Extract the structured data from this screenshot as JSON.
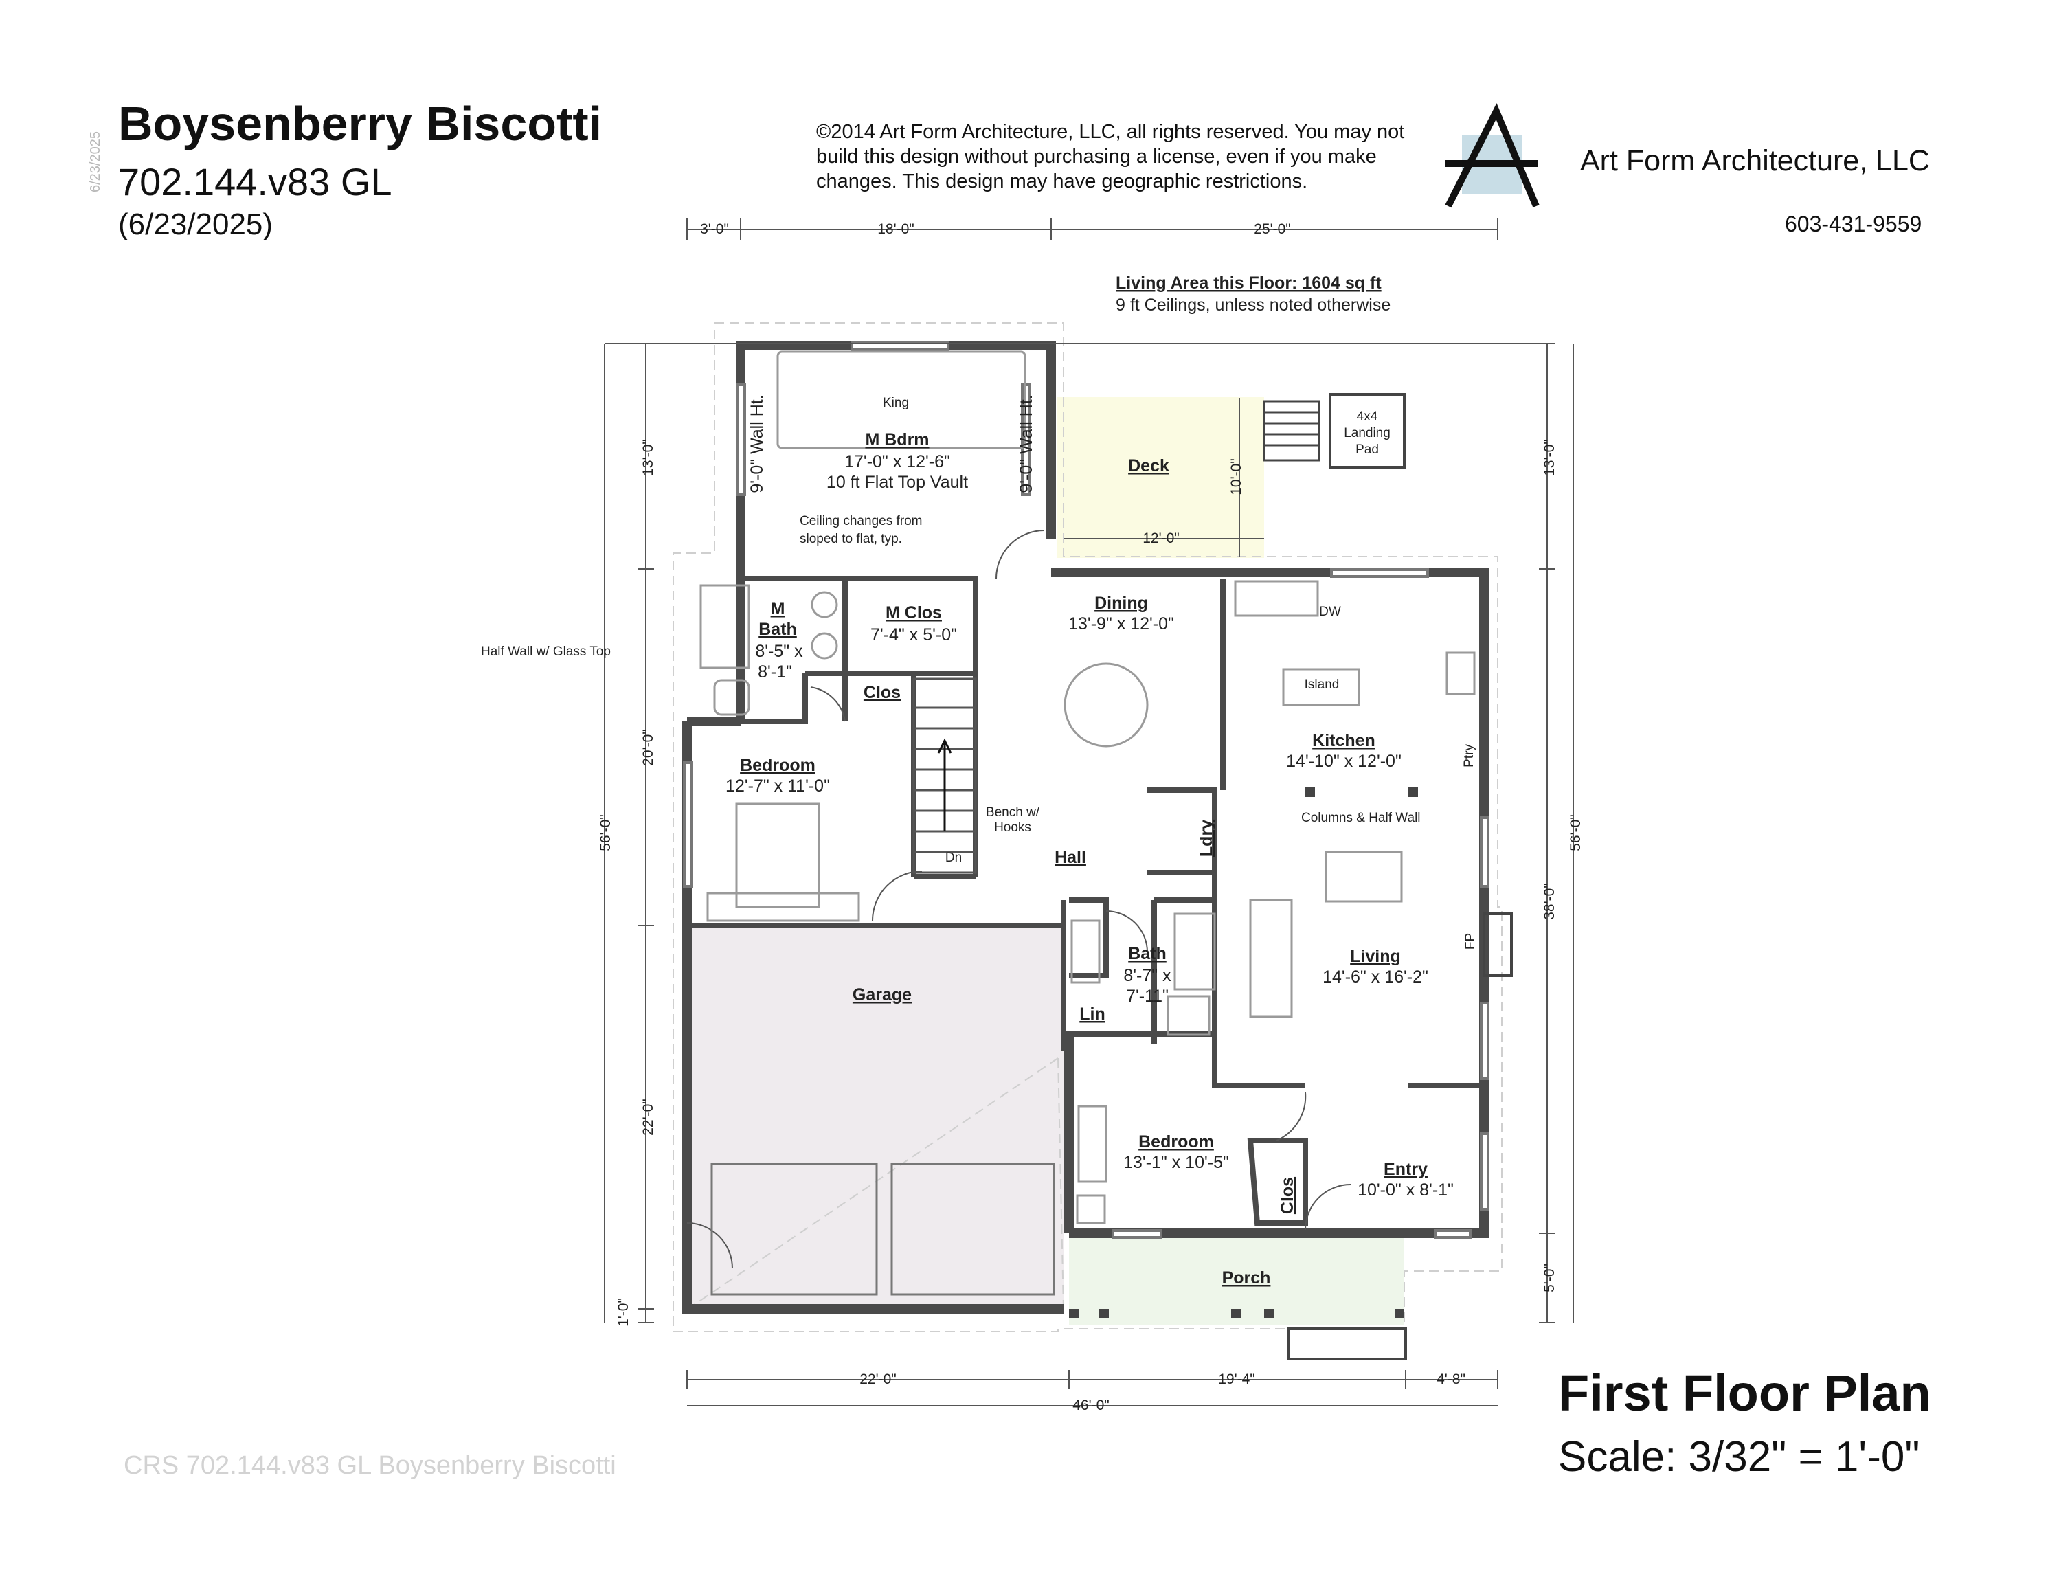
{
  "header": {
    "title": "Boysenberry Biscotti",
    "plan_number": "702.144.v83 GL",
    "plan_date": "(6/23/2025)",
    "vertical_date": "6/23/2025",
    "copyright": "©2014 Art Form Architecture, LLC, all rights reserved. You may not build this design without purchasing a license, even if you make changes. This design may have geographic restrictions.",
    "firm_name": "Art Form Architecture, LLC",
    "phone": "603-431-9559"
  },
  "footer": {
    "plan_title": "First Floor Plan",
    "scale": "Scale: 3/32\" = 1'-0\"",
    "watermark": "CRS 702.144.v83 GL Boysenberry Biscotti"
  },
  "notes": {
    "living_area": "Living Area this Floor: 1604 sq ft",
    "ceilings": "9 ft Ceilings, unless noted otherwise",
    "ceiling_change_1": "Ceiling changes from",
    "ceiling_change_2": "sloped to flat, typ.",
    "half_wall": "Half Wall w/ Glass Top",
    "columns": "Columns & Half Wall",
    "landing_1": "4x4",
    "landing_2": "Landing",
    "landing_3": "Pad",
    "bench_1": "Bench w/",
    "bench_2": "Hooks",
    "stair_dn": "Dn",
    "wall_ht": "9'-0\" Wall Ht.",
    "king": "King",
    "island": "Island",
    "pantry": "Ptry",
    "fireplace": "FP",
    "dw": "DW"
  },
  "rooms": {
    "m_bdrm": {
      "name": "M Bdrm",
      "dims": "17'-0\" x 12'-6\"",
      "extra": "10 ft Flat Top Vault"
    },
    "m_bath": {
      "name_1": "M",
      "name_2": "Bath",
      "dims_1": "8'-5\" x",
      "dims_2": "8'-1\""
    },
    "m_clos": {
      "name": "M Clos",
      "dims": "7'-4\" x 5'-0\""
    },
    "clos_hall": {
      "name": "Clos"
    },
    "dining": {
      "name": "Dining",
      "dims": "13'-9\" x 12'-0\""
    },
    "kitchen": {
      "name": "Kitchen",
      "dims": "14'-10\" x 12'-0\""
    },
    "deck": {
      "name": "Deck"
    },
    "bedroom_2": {
      "name": "Bedroom",
      "dims": "12'-7\" x 11'-0\""
    },
    "hall": {
      "name": "Hall"
    },
    "laundry": {
      "name": "Ldry"
    },
    "bath": {
      "name": "Bath",
      "dims_1": "8'-7\" x",
      "dims_2": "7'-11\""
    },
    "linen": {
      "name": "Lin"
    },
    "living": {
      "name": "Living",
      "dims": "14'-6\" x 16'-2\""
    },
    "garage": {
      "name": "Garage"
    },
    "bedroom_3": {
      "name": "Bedroom",
      "dims": "13'-1\" x 10'-5\""
    },
    "clos_bed": {
      "name": "Clos"
    },
    "entry": {
      "name": "Entry",
      "dims": "10'-0\" x 8'-1\""
    },
    "porch": {
      "name": "Porch"
    }
  },
  "dimensions": {
    "top_3": "3'-0\"",
    "top_18": "18'-0\"",
    "top_25": "25'-0\"",
    "deck_w": "12'-0\"",
    "deck_h": "10'-0\"",
    "left_13": "13'-0\"",
    "left_20": "20'-0\"",
    "left_56": "56'-0\"",
    "left_22": "22'-0\"",
    "left_1": "1'-0\"",
    "right_13": "13'-0\"",
    "right_38": "38'-0\"",
    "right_56": "56'-0\"",
    "right_5": "5'-0\"",
    "bot_22": "22'-0\"",
    "bot_19": "19'-4\"",
    "bot_4": "4'-8\"",
    "bot_46": "46'-0\""
  },
  "colors": {
    "wall": "#4a4a4a",
    "deck_fill": "#fbfbe2",
    "garage_fill": "#efebee",
    "porch_fill": "#eef6ea",
    "logo_block": "#c8dde6",
    "fixture": "#9a9a9a"
  }
}
